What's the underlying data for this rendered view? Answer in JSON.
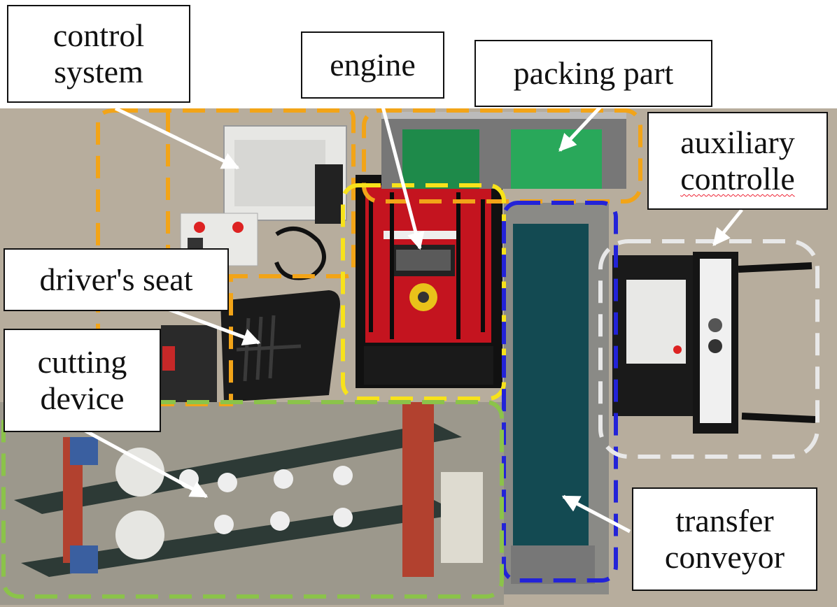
{
  "labels": {
    "control_system": "control\nsystem",
    "engine": "engine",
    "packing_part": "packing part",
    "auxiliary_line1": "auxiliary",
    "auxiliary_line2": "controlle",
    "drivers_seat": "driver's seat",
    "cutting_device": "cutting\ndevice",
    "transfer_conveyor": "transfer\nconveyor"
  },
  "colors": {
    "control_system_box": "#f2a418",
    "packing_box": "#f2a418",
    "engine_box": "#f7e21b",
    "conveyor_box": "#2323d8",
    "auxiliary_box": "#e8e8e8",
    "cutting_box": "#8bc34a",
    "arrow": "#ffffff"
  }
}
